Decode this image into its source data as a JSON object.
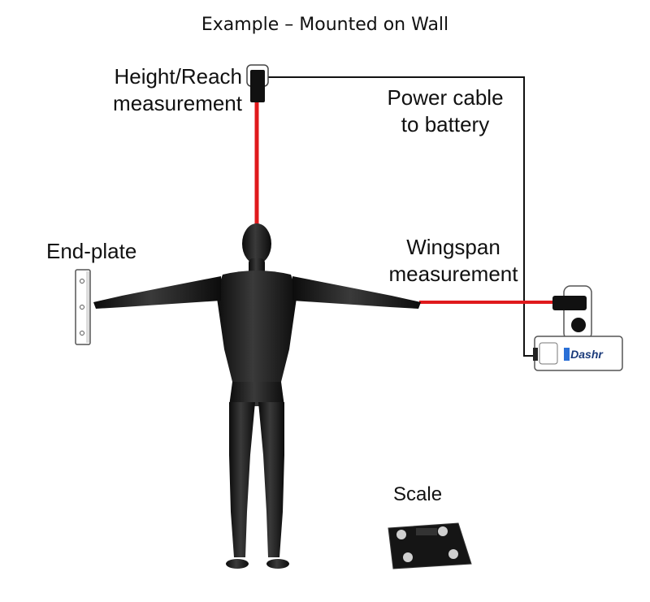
{
  "diagram": {
    "title": "Example – Mounted on Wall",
    "labels": {
      "height_reach_line1": "Height/Reach",
      "height_reach_line2": "measurement",
      "power_cable_line1": "Power cable",
      "power_cable_line2": "to battery",
      "wingspan_line1": "Wingspan",
      "wingspan_line2": "measurement",
      "end_plate": "End-plate",
      "scale": "Scale"
    },
    "device_brand": "Dashr",
    "colors": {
      "laser": "#e0191c",
      "cable": "#111111",
      "silhouette": "#1a1a1a",
      "device_outline": "#555555"
    },
    "icons": {
      "sensor": "laser-sensor-icon",
      "hub": "dashr-hub-icon",
      "scale": "bathroom-scale-icon",
      "person": "human-silhouette-icon"
    }
  }
}
